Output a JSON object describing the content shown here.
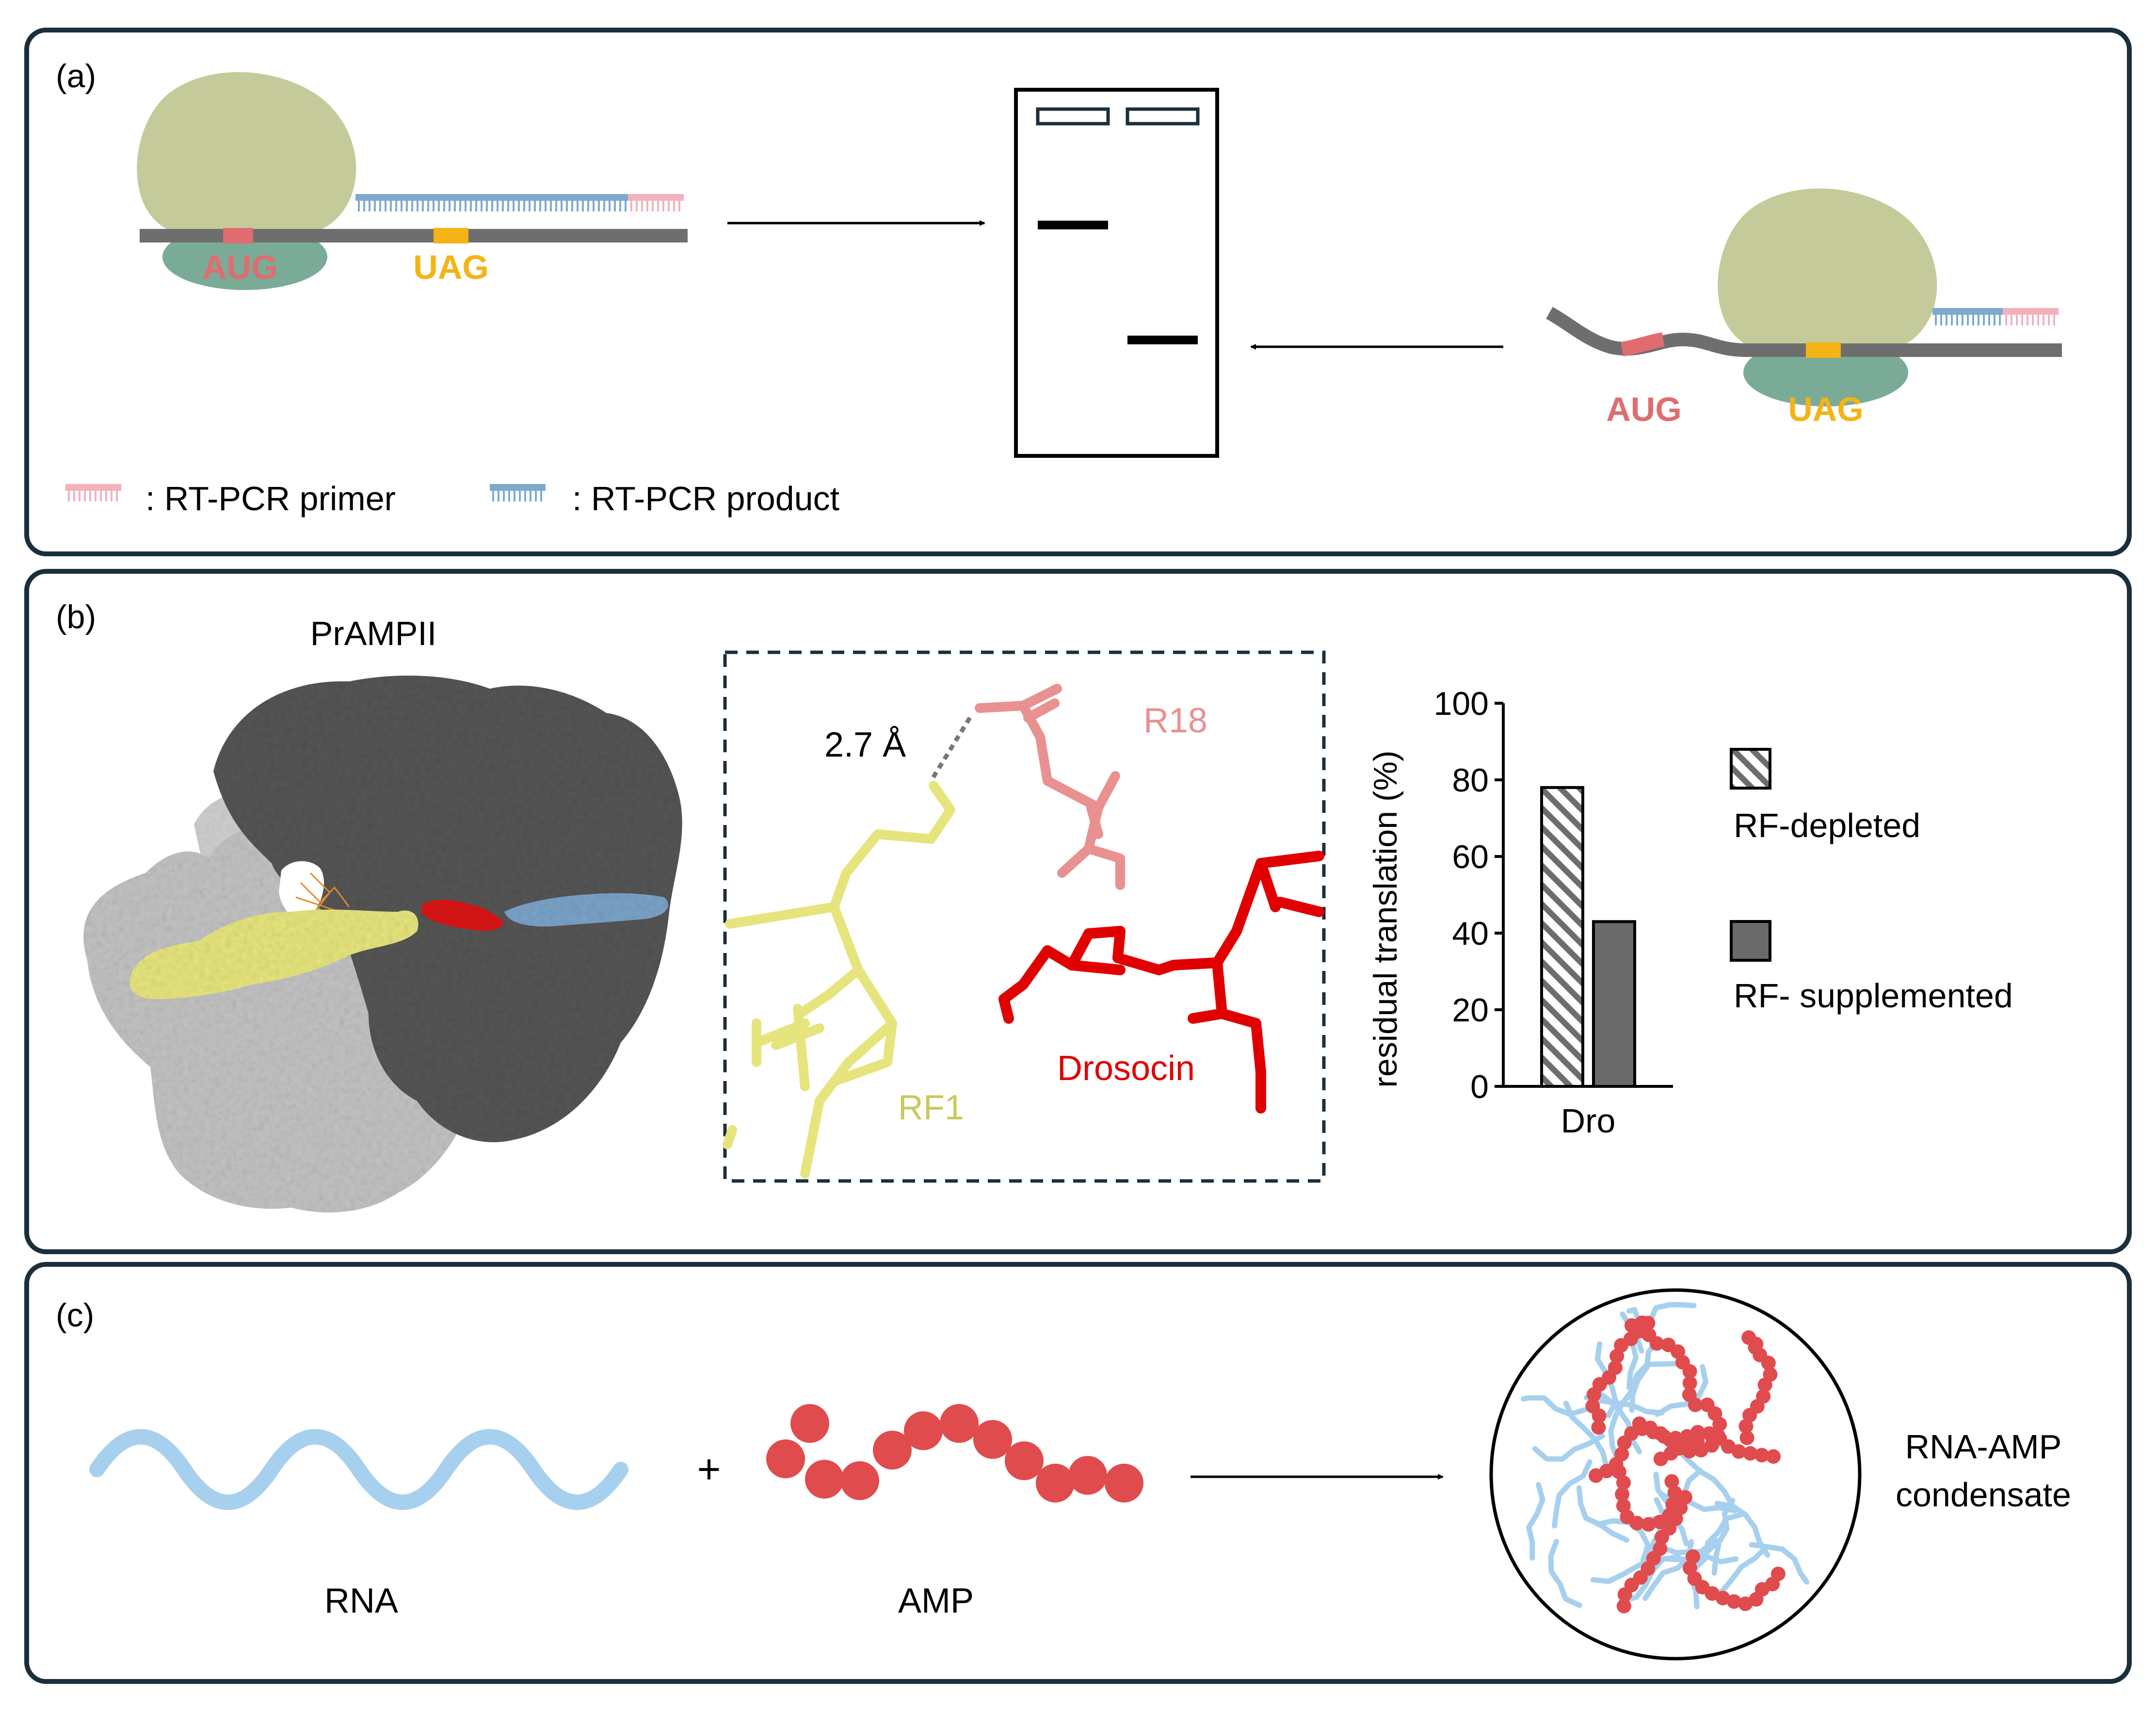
{
  "panel_a": {
    "label": "(a)",
    "codon_start": "AUG",
    "codon_stop": "UAG",
    "legend_primer": ": RT-PCR primer",
    "legend_product": ": RT-PCR product",
    "colors": {
      "ribosome_large": "#c5ca9a",
      "ribosome_small": "#7aab96",
      "mrna": "#6e6e6e",
      "start_codon": "#e06c70",
      "stop_codon": "#f5b315",
      "product": "#7ea9cf",
      "primer": "#f2b2bb"
    }
  },
  "panel_b": {
    "label": "(b)",
    "structure_title": "PrAMPII",
    "distance_label": "2.7 Å",
    "residue_label": "R18",
    "rf1_label": "RF1",
    "drosocin_label": "Drosocin",
    "legend_depleted": "RF-depleted",
    "legend_supplemented": "RF- supplemented",
    "colors": {
      "rf1": "#e6e57d",
      "drosocin": "#e00000",
      "r18": "#e99090",
      "ribosome_dark": "#555555",
      "ribosome_light": "#c2c2c2",
      "trna": "#7aa3c8"
    }
  },
  "chart_data": {
    "type": "bar",
    "categories": [
      "Dro"
    ],
    "series": [
      {
        "name": "RF-depleted",
        "values": [
          78
        ],
        "pattern": "hatched"
      },
      {
        "name": "RF- supplemented",
        "values": [
          43
        ],
        "color": "#6a6a6a"
      }
    ],
    "ylabel": "residual translation (%)",
    "ylim": [
      0,
      100
    ],
    "yticks": [
      "0",
      "20",
      "40",
      "60",
      "80",
      "100"
    ],
    "legend_position": "right",
    "grid": false
  },
  "panel_c": {
    "label": "(c)",
    "rna_label": "RNA",
    "amp_label": "AMP",
    "plus": "+",
    "condensate_label_line1": "RNA-AMP",
    "condensate_label_line2": "condensate",
    "colors": {
      "rna": "#a7d0ef",
      "amp": "#e04b4e"
    }
  }
}
